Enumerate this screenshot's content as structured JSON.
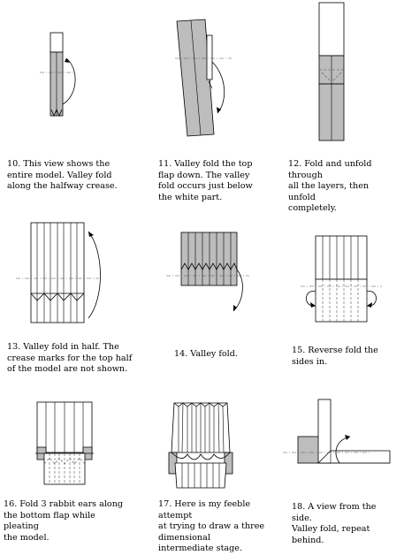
{
  "steps": [
    {
      "number": "10",
      "text": "10.  This view shows the\nentire model.  Valley fold\nalong the halfway crease."
    },
    {
      "number": "11",
      "text": "11.  Valley fold the top\nflap down.  The valley\nfold occurs just below\nthe white part."
    },
    {
      "number": "12",
      "text": "12.  Fold and unfold through\nall the layers, then unfold\ncompletely."
    },
    {
      "number": "13",
      "text": "13.  Valley fold in half.  The\ncrease marks for the top half\nof the model are not shown."
    },
    {
      "number": "14",
      "text": "14.  Valley fold."
    },
    {
      "number": "15",
      "text": "15.  Reverse fold the\nsides in."
    },
    {
      "number": "16",
      "text": "16.  Fold 3 rabbit ears along\nthe bottom flap while pleating\nthe model."
    },
    {
      "number": "17",
      "text": "17.  Here is my feeble attempt\nat trying to draw a three dimensional\nintermediate stage."
    },
    {
      "number": "18",
      "text": "18.  A view from the side.\nValley fold, repeat behind."
    }
  ],
  "colors": {
    "paper_colored": "#bdbdbd",
    "paper_white": "#ffffff",
    "line": "#000000"
  }
}
